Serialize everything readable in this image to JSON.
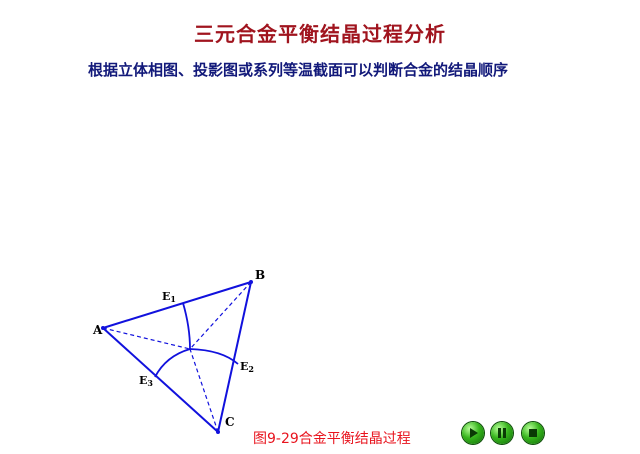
{
  "header": {
    "title": "三元合金平衡结晶过程分析",
    "subtitle": "根据立体相图、投影图或系列等温截面可以判断合金的结晶顺序"
  },
  "diagram": {
    "labels": {
      "A": "A",
      "B": "B",
      "C": "C",
      "E1": "E",
      "E1_sub": "1",
      "E2": "E",
      "E2_sub": "2",
      "E3": "E",
      "E3_sub": "3"
    },
    "line_color": "#1111dd"
  },
  "caption": "图9-29合金平衡结晶过程",
  "controls": {
    "play_icon": "play-icon",
    "pause_icon": "pause-icon",
    "stop_icon": "stop-icon",
    "color": "#2ea814"
  }
}
